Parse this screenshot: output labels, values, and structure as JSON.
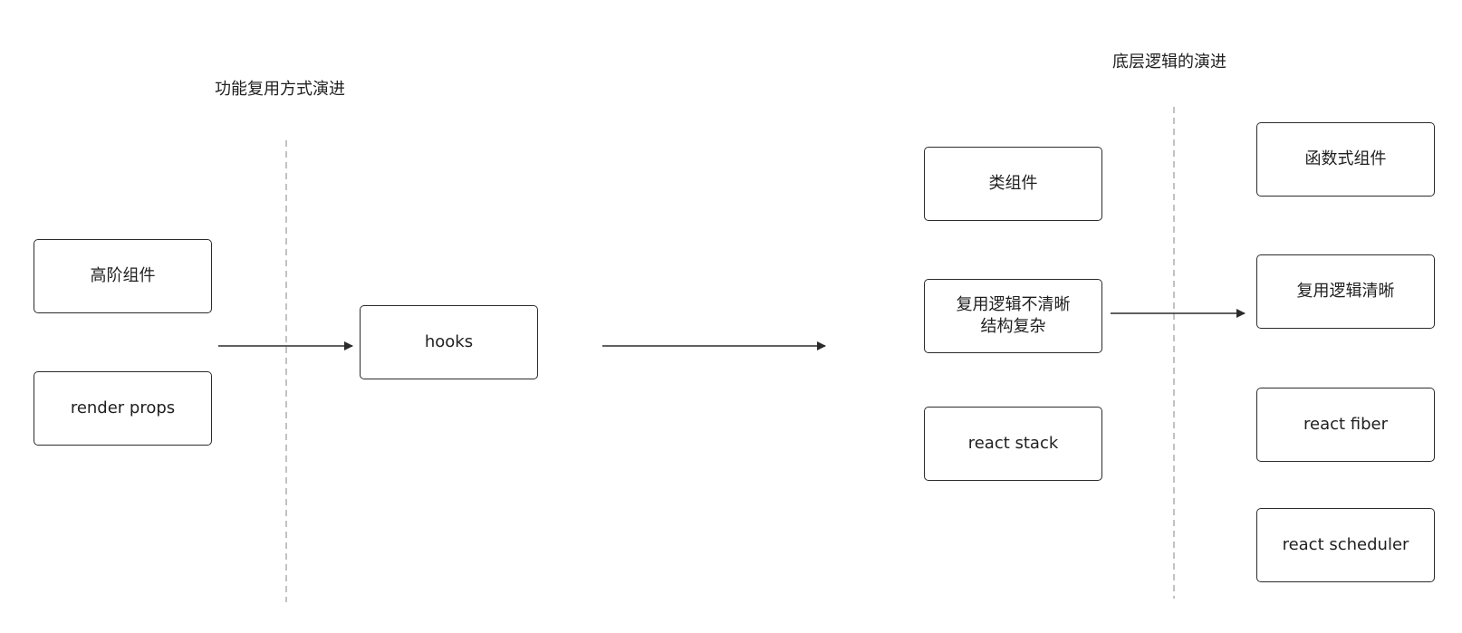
{
  "titles": {
    "reuse_evolution": "功能复用方式演进",
    "underlying_evolution": "底层逻辑的演进"
  },
  "nodes": {
    "hoc": "高阶组件",
    "render_props": "render props",
    "hooks": "hooks",
    "class_component": "类组件",
    "unclear_logic": "复用逻辑不清晰\n结构复杂",
    "react_stack": "react stack",
    "function_component": "函数式组件",
    "clear_logic": "复用逻辑清晰",
    "react_fiber": "react fiber",
    "react_scheduler": "react scheduler"
  },
  "colors": {
    "stroke": "#2b2b2b",
    "divider": "#9a9a9a",
    "text": "#1f1f1f"
  }
}
